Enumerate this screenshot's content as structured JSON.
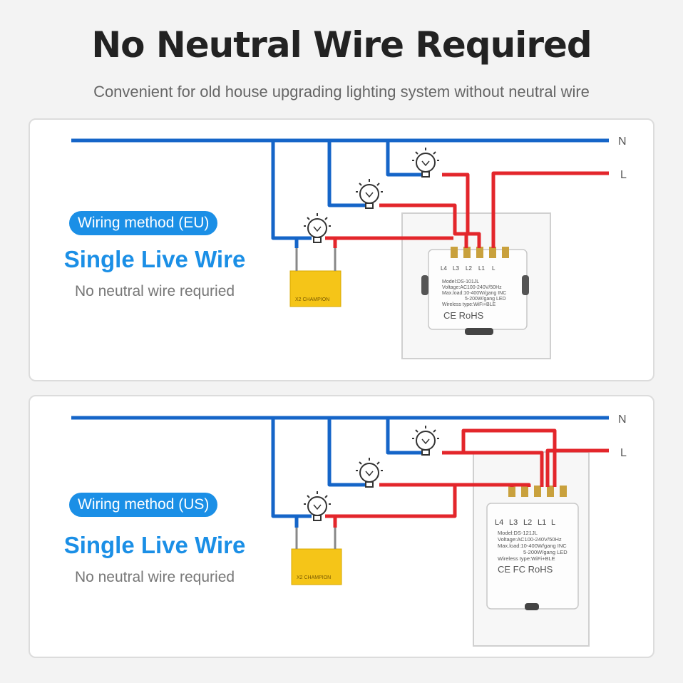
{
  "header": {
    "title": "No Neutral Wire Required",
    "subtitle": "Convenient for old house upgrading lighting system without neutral wire"
  },
  "colors": {
    "neutral_wire": "#1565c8",
    "live_wire": "#e3262b",
    "accent": "#1b8fe6",
    "capacitor": "#f5c518"
  },
  "panels": [
    {
      "method": "Wiring method (EU)",
      "heading": "Single Live Wire",
      "note": "No neutral wire requried",
      "wire_n": "N",
      "wire_l": "L",
      "terminals": [
        "L4",
        "L3",
        "L2",
        "L1",
        "L"
      ],
      "model": "Model:DS-101JL",
      "voltage": "Voltage:AC100-240V/50Hz",
      "load1": "Max.load:10-400W/gang  INC",
      "load2": "5-200W/gang  LED",
      "wireless": "Wireless type:WiFi+BLE",
      "cert": "CE RoHS",
      "capacitor": "X2 CHAMPION"
    },
    {
      "method": "Wiring method (US)",
      "heading": "Single Live Wire",
      "note": "No neutral wire requried",
      "wire_n": "N",
      "wire_l": "L",
      "terminals": [
        "L4",
        "L3",
        "L2",
        "L1",
        "L"
      ],
      "model": "Model:DS-121JL",
      "voltage": "Voltage:AC100-240V/50Hz",
      "load1": "Max.load:10-400W/gang  INC",
      "load2": "5-200W/gang  LED",
      "wireless": "Wireless type:WiFi+BLE",
      "cert": "CE FC RoHS",
      "capacitor": "X2 CHAMPION"
    }
  ]
}
